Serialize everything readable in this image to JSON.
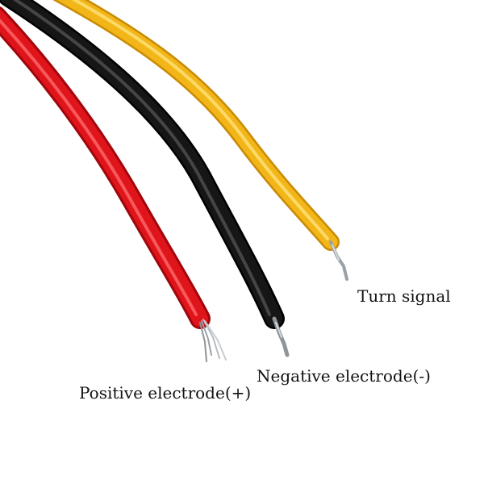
{
  "labels": {
    "turn_signal": "Turn signal",
    "negative": "Negative electrode(-)",
    "positive": "Positive electrode(+)"
  },
  "wires": {
    "red": "#e0141b",
    "black": "#161616",
    "yellow": "#f2b619"
  },
  "background": "#ffffff"
}
